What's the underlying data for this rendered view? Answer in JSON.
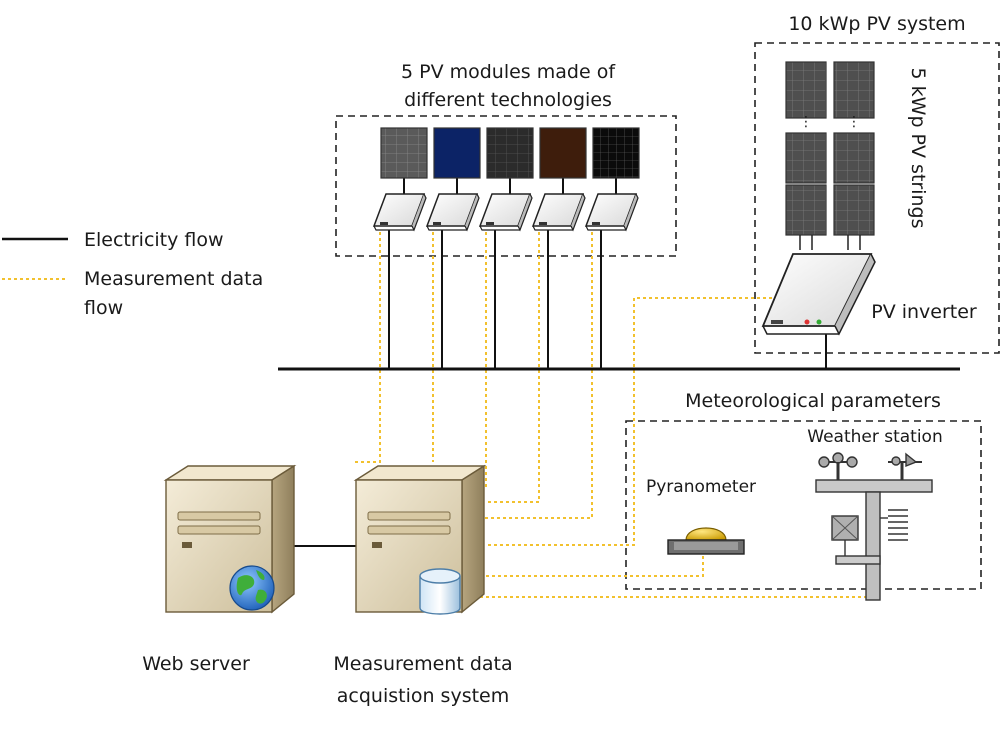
{
  "labels": {
    "pv_system_title": "10 kWp PV system",
    "pv_modules_title_line1": "5 PV modules made of",
    "pv_modules_title_line2": "different technologies",
    "strings_label": "5 kWp PV strings",
    "inverter_label": "PV inverter",
    "meteo_title": "Meteorological parameters",
    "weather_station_label": "Weather station",
    "pyranometer_label": "Pyranometer",
    "web_server_label": "Web server",
    "das_label_line1": "Measurement data",
    "das_label_line2": "acquistion system"
  },
  "legend": {
    "electricity": "Electricity flow",
    "measurement_line1": "Measurement data",
    "measurement_line2": "flow"
  },
  "colors": {
    "electricity": "#111111",
    "measurement": "#f2c12e",
    "module_grey": "#5a5a5a",
    "module_blue": "#0c2366",
    "module_dark": "#2b2b2b",
    "module_brown": "#3e1d0c",
    "module_black": "#0b0b0b",
    "server_body": "#e8dcc0",
    "globe": "#2f7fd8",
    "pyranometer_dome": "#e8b800"
  },
  "icons": {
    "module": "pv-module-icon",
    "micro_inverter": "micro-inverter-icon",
    "inverter": "pv-inverter-icon",
    "server": "server-icon",
    "globe": "globe-icon",
    "database": "database-icon",
    "pyranometer": "pyranometer-icon",
    "weather_station": "weather-station-icon"
  }
}
